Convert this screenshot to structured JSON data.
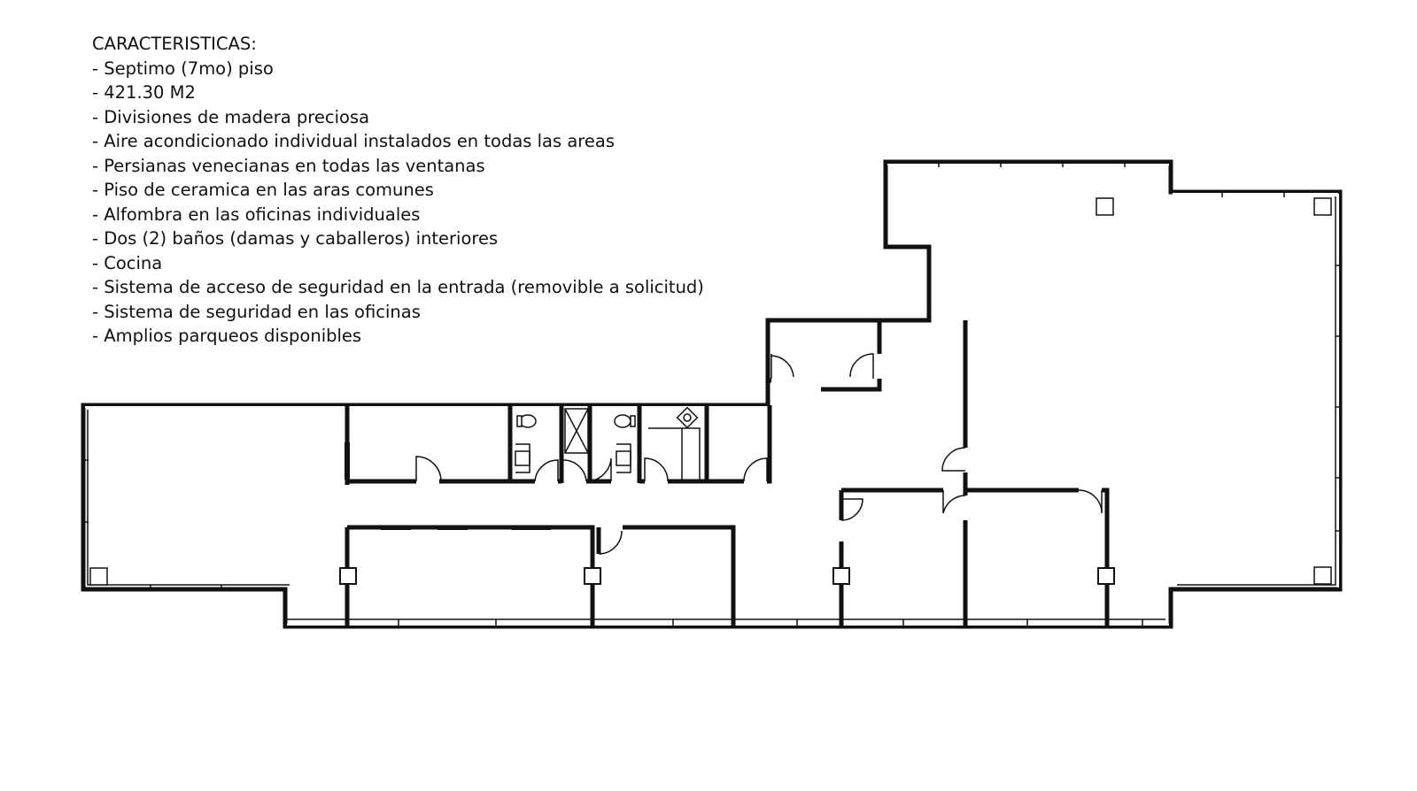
{
  "features": {
    "heading": "CARACTERISTICAS:",
    "items": [
      "- Septimo (7mo) piso",
      "- 421.30 M2",
      "- Divisiones de madera preciosa",
      "- Aire acondicionado individual instalados en todas las areas",
      "- Persianas venecianas en todas las ventanas",
      "- Piso de ceramica en las aras comunes",
      "- Alfombra en las oficinas individuales",
      "- Dos (2) baños (damas y caballeros) interiores",
      "- Cocina",
      "- Sistema de acceso de seguridad en la entrada (removible a solicitud)",
      "- Sistema de seguridad en las oficinas",
      "- Amplios parqueos disponibles"
    ]
  }
}
